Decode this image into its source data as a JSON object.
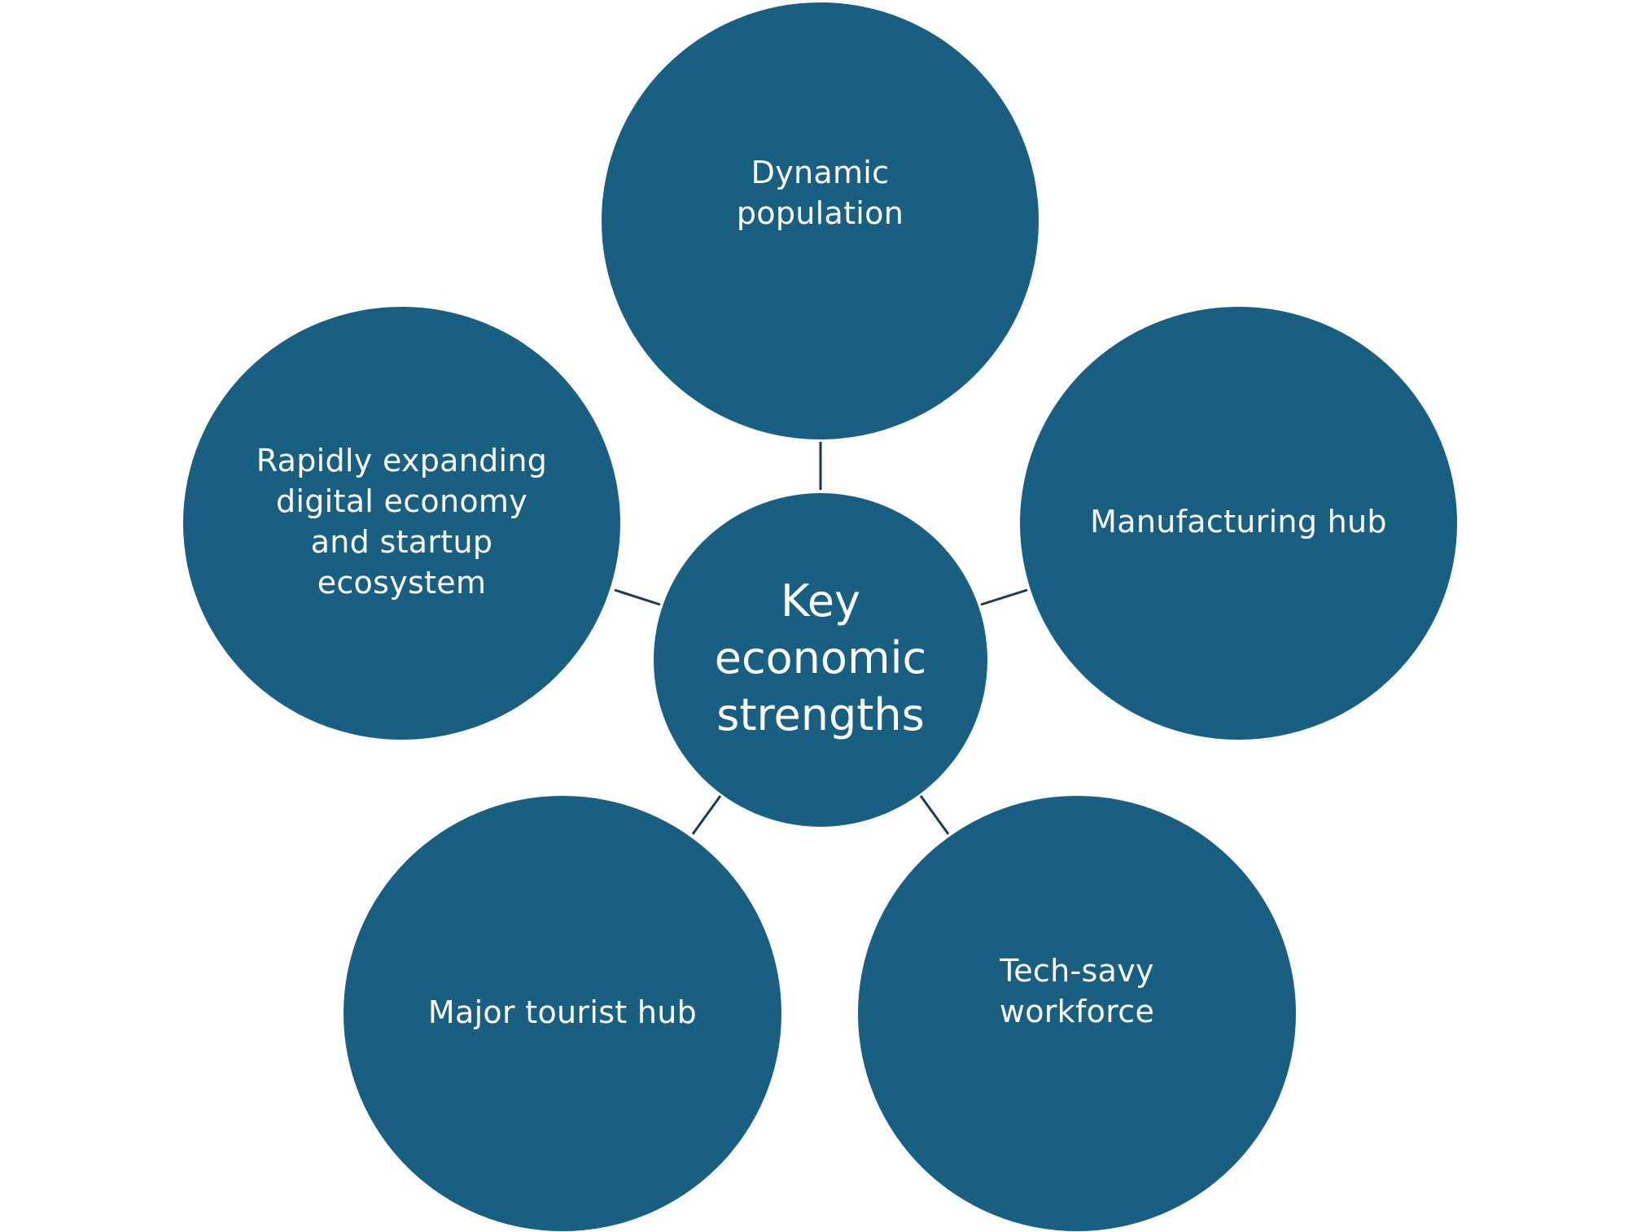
{
  "diagram": {
    "fill_color": "#185F82",
    "line_color": "#1B3A4F",
    "text_color": "#FFFFFF",
    "center": {
      "label": "Key\neconomic\nstrengths"
    },
    "nodes": [
      {
        "id": "top",
        "label": "Dynamic\npopulation"
      },
      {
        "id": "right",
        "label": "Manufacturing hub"
      },
      {
        "id": "lowright",
        "label": "Tech-savy\nworkforce"
      },
      {
        "id": "lowleft",
        "label": "Major tourist hub"
      },
      {
        "id": "left",
        "label": "Rapidly expanding\ndigital economy\nand startup\necosystem"
      }
    ]
  }
}
